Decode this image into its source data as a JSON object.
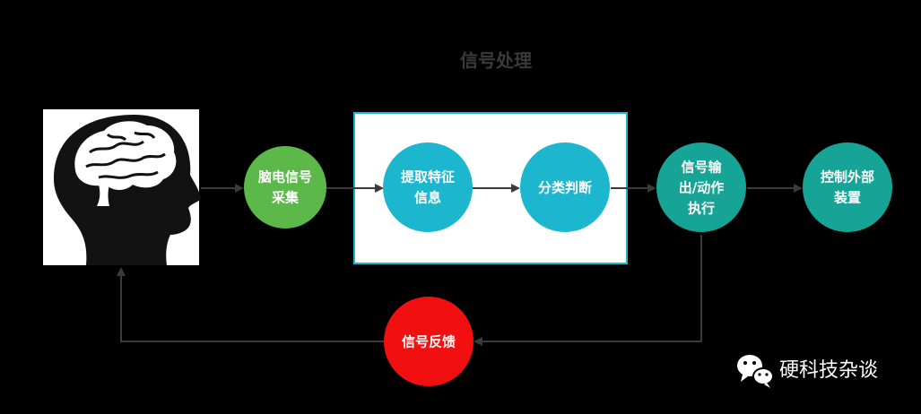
{
  "group": {
    "title": "信号处理"
  },
  "nodes": {
    "acquire": {
      "line1": "脑电信号",
      "line2": "采集",
      "color": "#5db84a"
    },
    "extract": {
      "line1": "提取特征",
      "line2": "信息",
      "color": "#1cb6cf"
    },
    "classify": {
      "line1": "分类判断",
      "color": "#1cb6cf"
    },
    "output": {
      "line1": "信号输",
      "line2": "出/动作",
      "line3": "执行",
      "color": "#16a496"
    },
    "control": {
      "line1": "控制外部",
      "line2": "装置",
      "color": "#16a496"
    },
    "feedback": {
      "line1": "信号反馈",
      "color": "#f10f0f"
    }
  },
  "watermark": {
    "text": "硬科技杂谈",
    "icon": "wechat-icon"
  },
  "colors": {
    "background": "#000000",
    "group_border": "#1cb6cf",
    "edge": "#3a3a3a"
  }
}
